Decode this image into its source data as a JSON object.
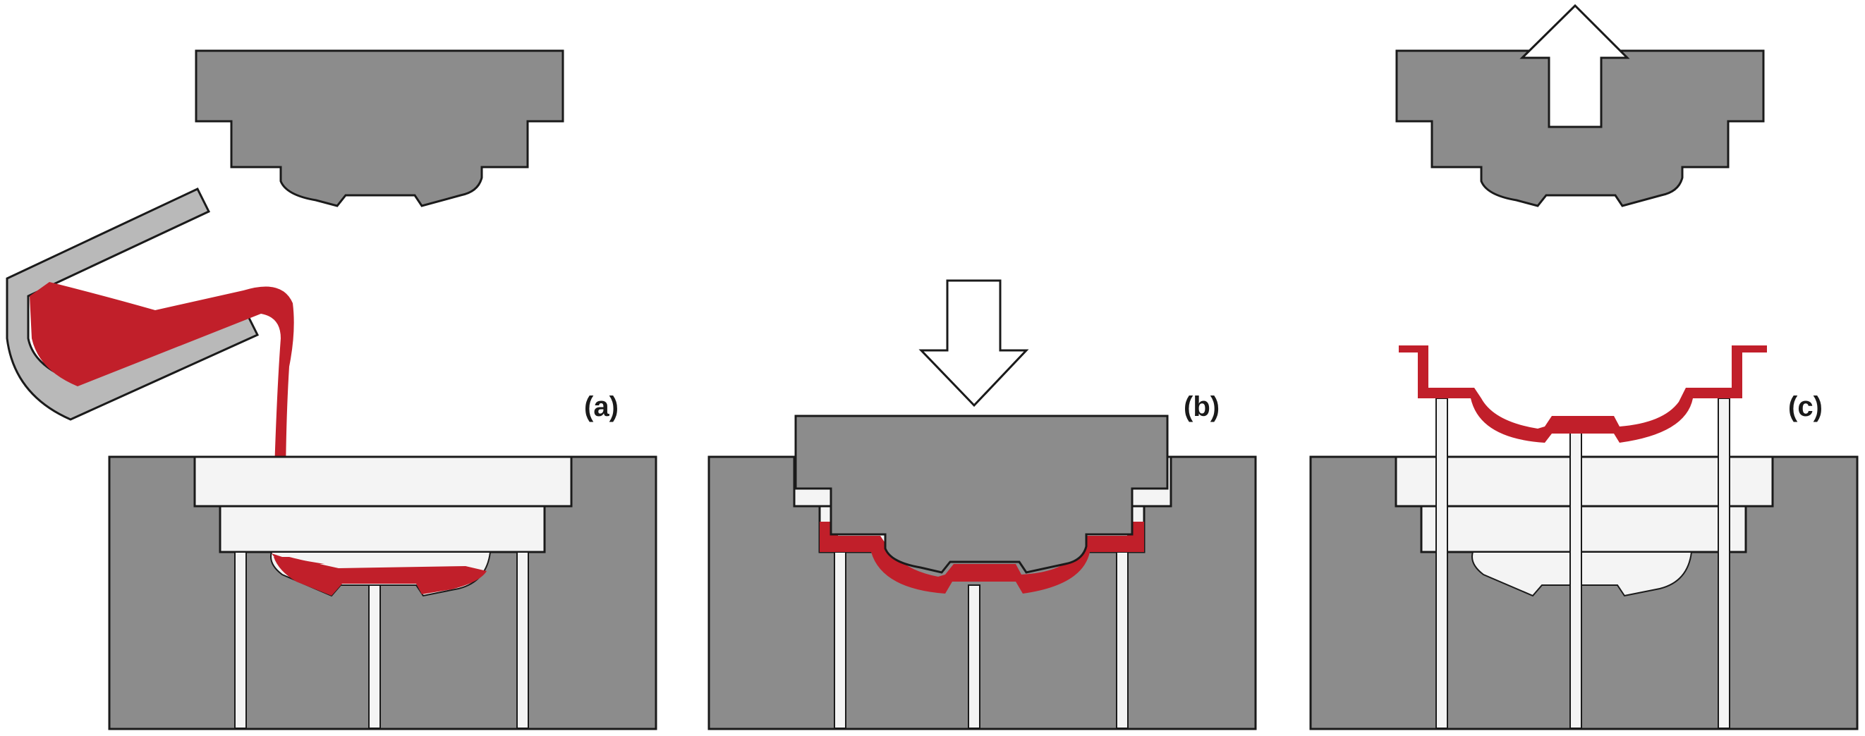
{
  "panels": [
    {
      "id": "a",
      "label": "(a)"
    },
    {
      "id": "b",
      "label": "(b)"
    },
    {
      "id": "c",
      "label": "(c)"
    }
  ],
  "colors": {
    "mold_gray": "#8c8c8c",
    "outline": "#1a1a1a",
    "metal_red": "#c11f2a",
    "ladle_gray": "#b9b9b9",
    "cavity_white": "#f4f4f4"
  }
}
